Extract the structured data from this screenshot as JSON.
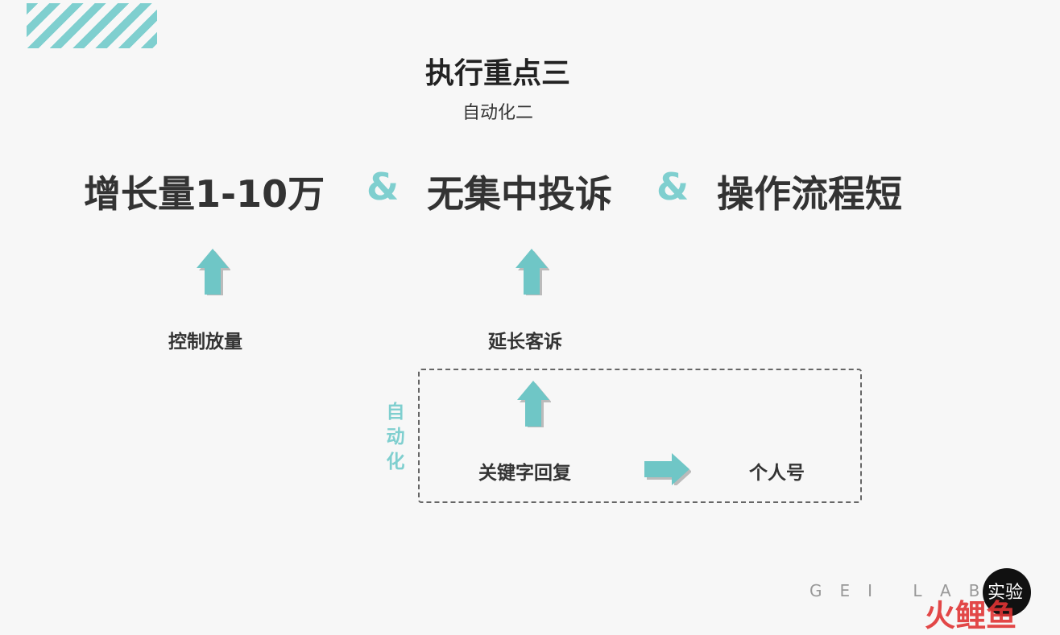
{
  "slide": {
    "title": "执行重点三",
    "subtitle": "自动化二"
  },
  "goals": [
    {
      "text": "增长量1-10万"
    },
    {
      "text": "无集中投诉"
    },
    {
      "text": "操作流程短"
    }
  ],
  "connector": "&",
  "labels": {
    "control_volume": "控制放量",
    "extend_complaints": "延长客诉",
    "keyword_reply": "关键字回复",
    "personal_account": "个人号"
  },
  "automation_label": [
    "自",
    "动",
    "化"
  ],
  "footer": {
    "text": "GEI LAB",
    "logo_circle_text": "实验",
    "logo_red_text": "火鲤鱼"
  },
  "colors": {
    "accent": "#7fcfcf",
    "arrow_fill": "#6fc6c6",
    "text": "#333333"
  },
  "icons": [
    "up-arrow-icon",
    "right-arrow-icon"
  ]
}
